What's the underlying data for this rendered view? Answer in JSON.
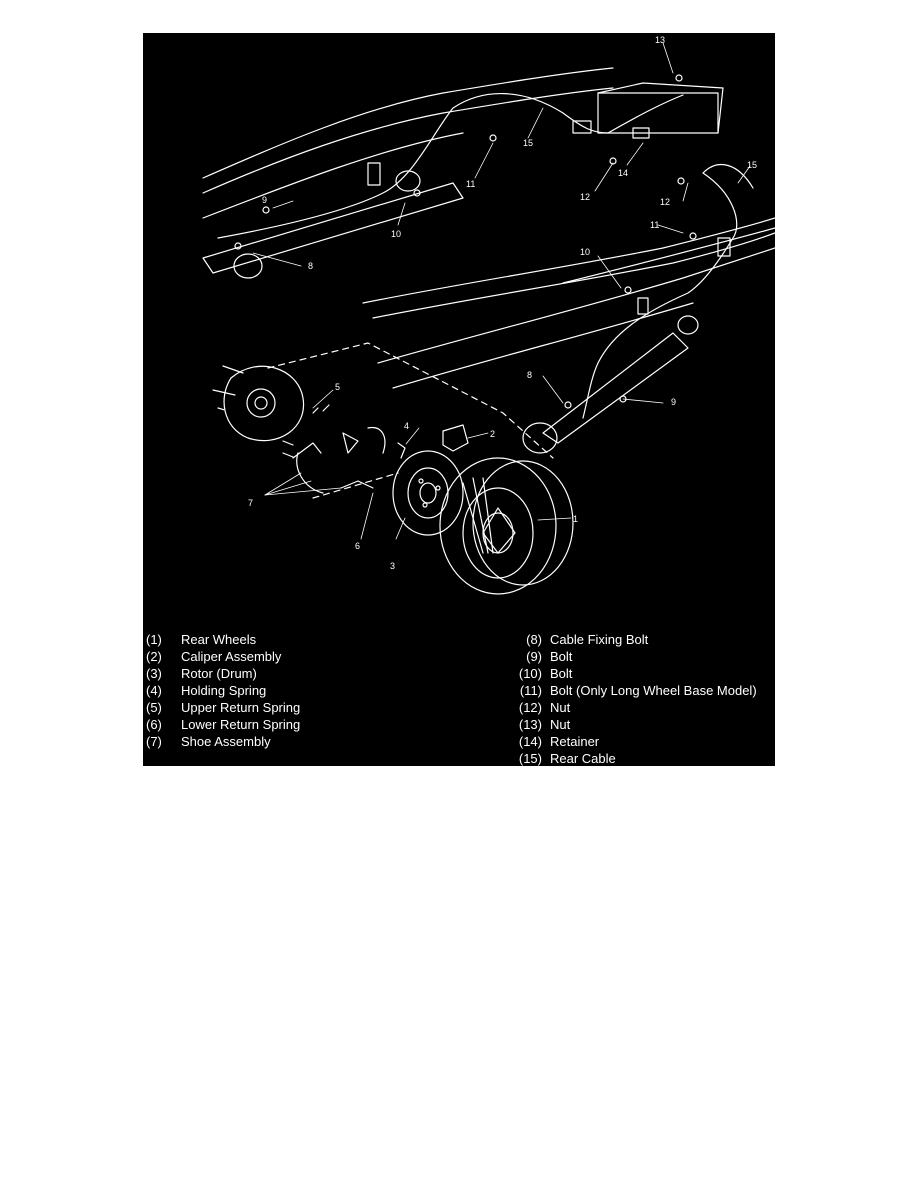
{
  "figure": {
    "callouts": [
      "1",
      "2",
      "3",
      "4",
      "5",
      "6",
      "7",
      "8",
      "9",
      "10",
      "11",
      "12",
      "13",
      "14",
      "15"
    ],
    "legend_left": [
      {
        "num": "(1)",
        "label": "Rear Wheels"
      },
      {
        "num": "(2)",
        "label": "Caliper Assembly"
      },
      {
        "num": "(3)",
        "label": "Rotor (Drum)"
      },
      {
        "num": "(4)",
        "label": "Holding Spring"
      },
      {
        "num": "(5)",
        "label": "Upper Return Spring"
      },
      {
        "num": "(6)",
        "label": "Lower Return Spring"
      },
      {
        "num": "(7)",
        "label": "Shoe Assembly"
      }
    ],
    "legend_right": [
      {
        "num": "(8)",
        "label": "Cable Fixing Bolt"
      },
      {
        "num": "(9)",
        "label": "Bolt"
      },
      {
        "num": "(10)",
        "label": "Bolt"
      },
      {
        "num": "(11)",
        "label": "Bolt (Only Long Wheel Base Model)"
      },
      {
        "num": "(12)",
        "label": "Nut"
      },
      {
        "num": "(13)",
        "label": "Nut"
      },
      {
        "num": "(14)",
        "label": "Retainer"
      },
      {
        "num": "(15)",
        "label": "Rear Cable"
      }
    ]
  }
}
